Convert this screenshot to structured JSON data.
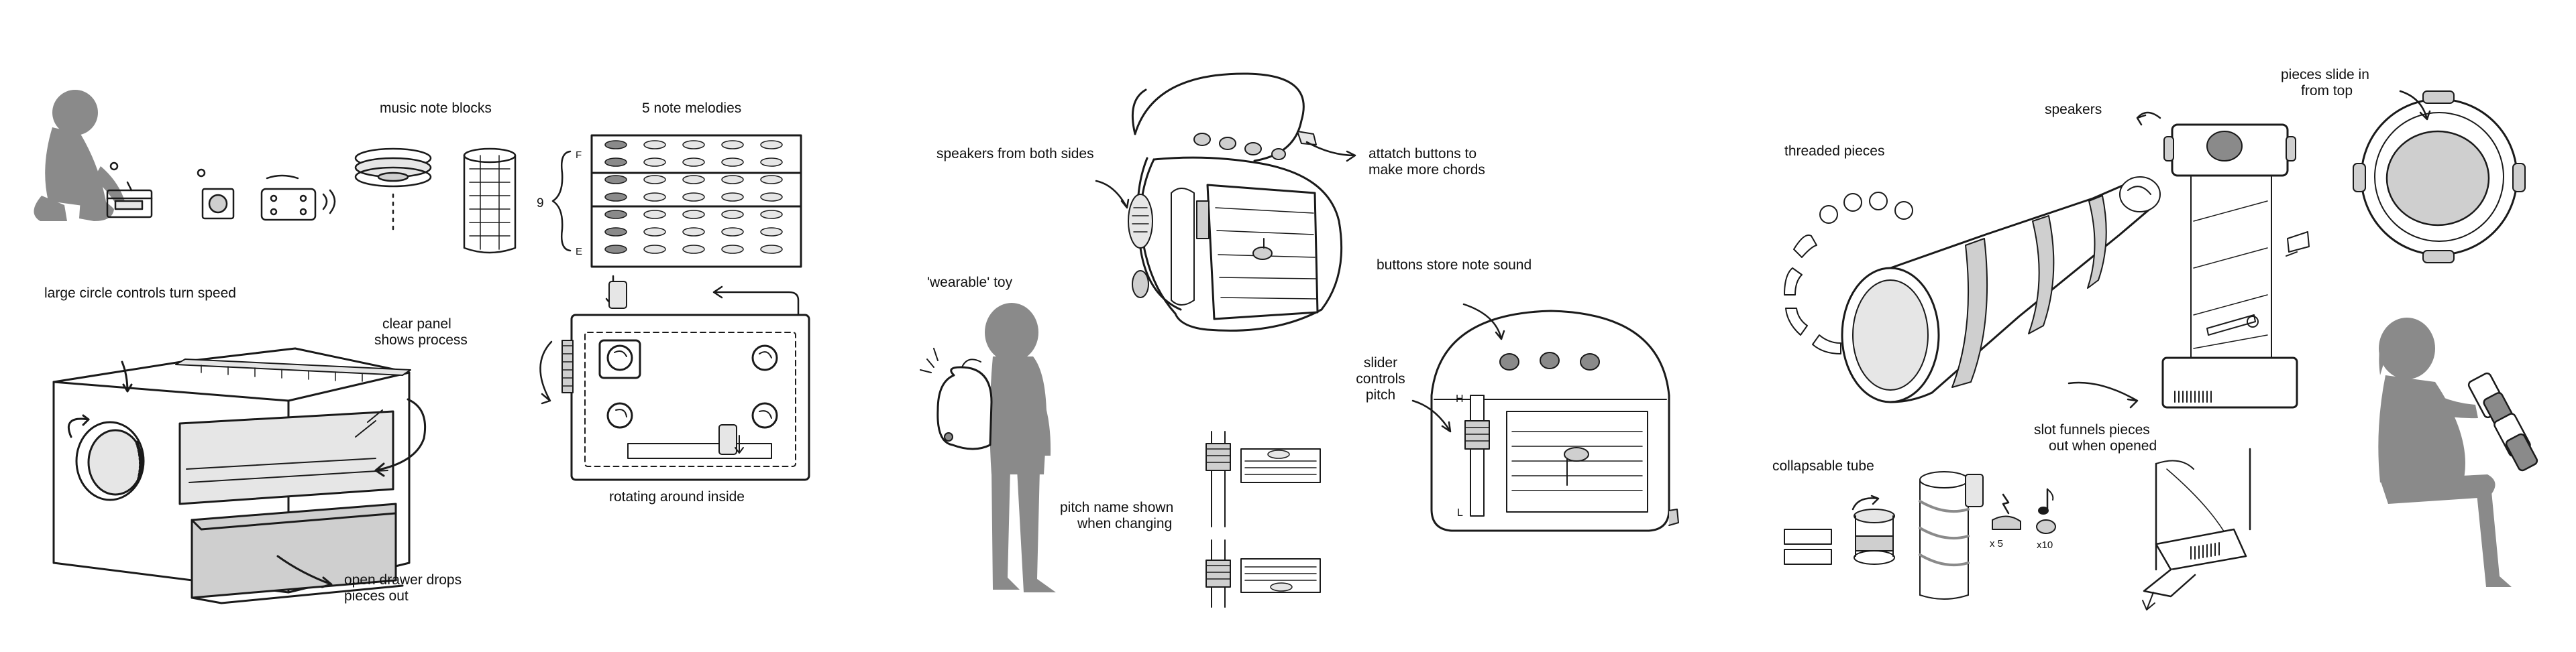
{
  "panels": {
    "music_box": {
      "music_note_blocks": "music note blocks",
      "five_note_melodies": "5 note melodies",
      "large_circle": "large circle controls turn speed",
      "clear_panel_1": "clear panel",
      "clear_panel_2": "shows process",
      "rotating": "rotating around inside",
      "drawer_1": "open drawer drops",
      "drawer_2": "pieces out",
      "grid_label_f": "F",
      "grid_label_e": "E",
      "bracket_label": "9"
    },
    "wearable": {
      "speakers_both": "speakers from both sides",
      "attach_1": "attatch buttons to",
      "attach_2": "make more chords",
      "wearable_toy": "'wearable' toy",
      "buttons_store": "buttons store note sound",
      "slider_1": "slider",
      "slider_2": "controls",
      "slider_3": "pitch",
      "pitch_name_1": "pitch name shown",
      "pitch_name_2": "when changing",
      "slider_high": "H",
      "slider_low": "L"
    },
    "tube": {
      "threaded": "threaded pieces",
      "speakers": "speakers",
      "slide_in_1": "pieces slide in",
      "slide_in_2": "from top",
      "collapsable": "collapsable tube",
      "slot_1": "slot funnels pieces",
      "slot_2": "out when opened",
      "times5": "x 5",
      "times10": "x10"
    }
  },
  "colors": {
    "ink": "#1a1a1a",
    "silhouette": "#8a8a8a",
    "shade": "#cfcfcf",
    "light_shade": "#e6e6e6"
  }
}
